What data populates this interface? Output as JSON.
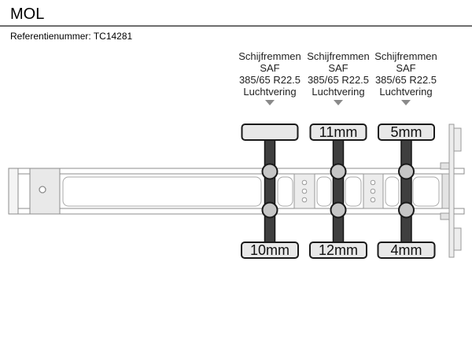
{
  "header": {
    "title": "MOL",
    "reference": "Referentienummer: TC14281"
  },
  "axles": [
    {
      "brake": "Schijfremmen",
      "brand": "SAF",
      "tyre": "385/65 R22.5",
      "suspension": "Luchtvering",
      "top_value": "",
      "bottom_value": "10mm"
    },
    {
      "brake": "Schijfremmen",
      "brand": "SAF",
      "tyre": "385/65 R22.5",
      "suspension": "Luchtvering",
      "top_value": "11mm",
      "bottom_value": "12mm"
    },
    {
      "brake": "Schijfremmen",
      "brand": "SAF",
      "tyre": "385/65 R22.5",
      "suspension": "Luchtvering",
      "top_value": "5mm",
      "bottom_value": "4mm"
    }
  ],
  "colors": {
    "chassis_line": "#8c8c8c",
    "opening_line": "#aaaaaa",
    "axle_bar": "#3f3f3f",
    "pad_fill": "#e8e8e8",
    "pad_border": "#1a1a1a",
    "wheel_fill": "#c6c6c6",
    "arrow": "#8a8a8a",
    "divider": "#6e6e6e"
  }
}
